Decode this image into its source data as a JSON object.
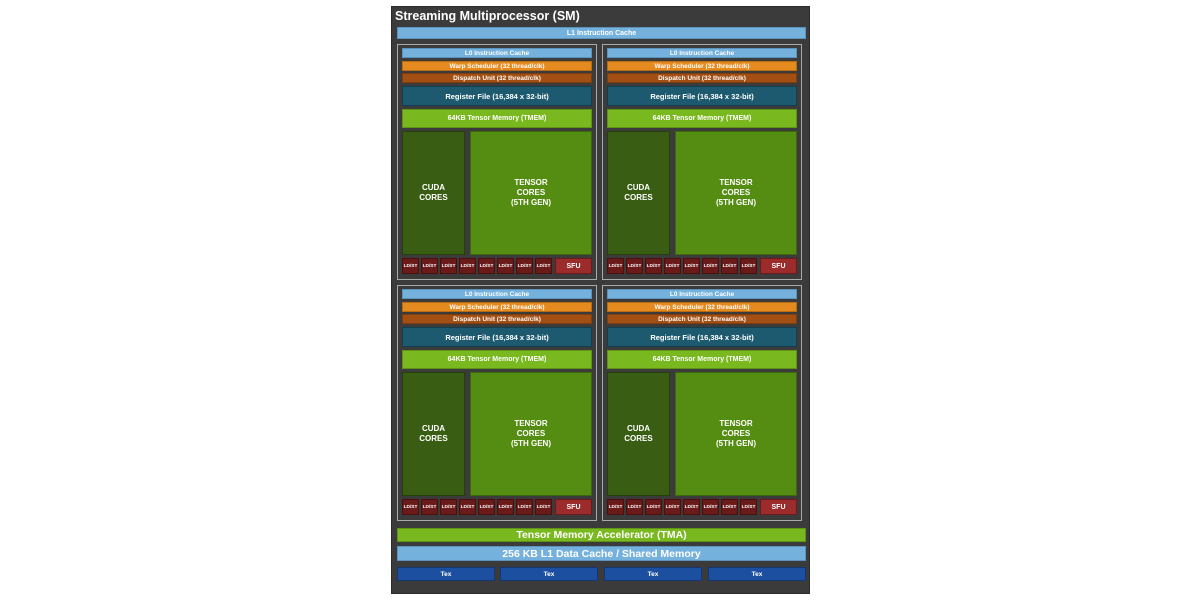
{
  "sm": {
    "title": "Streaming Multiprocessor (SM)",
    "l1_instruction_cache": "L1 Instruction Cache",
    "tma": "Tensor Memory Accelerator (TMA)",
    "l1_data_cache": "256 KB L1 Data Cache / Shared Memory",
    "tex": [
      "Tex",
      "Tex",
      "Tex",
      "Tex"
    ]
  },
  "partition": {
    "l0_cache": "L0 Instruction Cache",
    "warp_scheduler": "Warp Scheduler (32 thread/clk)",
    "dispatch_unit": "Dispatch Unit (32 thread/clk)",
    "register_file": "Register File (16,384 x 32-bit)",
    "tensor_memory": "64KB Tensor Memory (TMEM)",
    "cuda_cores": "CUDA\nCORES",
    "tensor_cores": "TENSOR\nCORES\n(5TH GEN)",
    "ldst": "LD/ST",
    "sfu": "SFU"
  },
  "colors": {
    "cache_blue": "#75b1dd",
    "warp_orange": "#e58a1e",
    "dispatch_brown": "#a34e12",
    "register_teal": "#1d5a6f",
    "tmem_green": "#79b81f",
    "cuda_dark_green": "#395d12",
    "tensor_green": "#558c12",
    "ldst_red": "#6b1a1a",
    "sfu_red": "#9c2b2b",
    "tex_blue": "#1d4fa0"
  }
}
